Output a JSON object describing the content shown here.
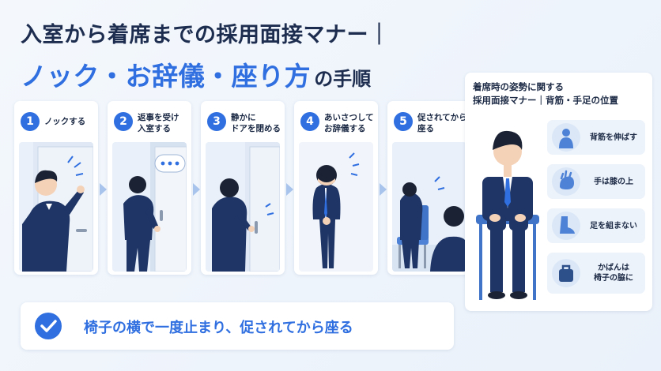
{
  "header": {
    "title_line1": "入室から着席までの採用面接マナー｜",
    "title_line2_accent": "ノック・お辞儀・座り方",
    "title_line2_rest": "の手順"
  },
  "steps": [
    {
      "number": "1",
      "label": "ノックする"
    },
    {
      "number": "2",
      "label": "返事を受け\n入室する"
    },
    {
      "number": "3",
      "label": "静かに\nドアを閉める"
    },
    {
      "number": "4",
      "label": "あいさつして\nお辞儀する"
    },
    {
      "number": "5",
      "label": "促されてから\n座る"
    }
  ],
  "summary": {
    "text": "椅子の横で一度止まり、促されてから座る",
    "icon": "check-icon"
  },
  "posture_panel": {
    "title_line1": "着席時の姿勢に関する",
    "title_line2": "採用面接マナー｜背筋・手足の位置",
    "tips": [
      {
        "label": "背筋を伸ばす",
        "icon": "posture-icon"
      },
      {
        "label": "手は膝の上",
        "icon": "hands-icon"
      },
      {
        "label": "足を組まない",
        "icon": "foot-icon"
      },
      {
        "label": "かばんは\n椅子の脇に",
        "icon": "bag-icon"
      }
    ]
  },
  "colors": {
    "accent": "#2f6fe0",
    "suit": "#1f3566",
    "background": "#eef4fb"
  }
}
